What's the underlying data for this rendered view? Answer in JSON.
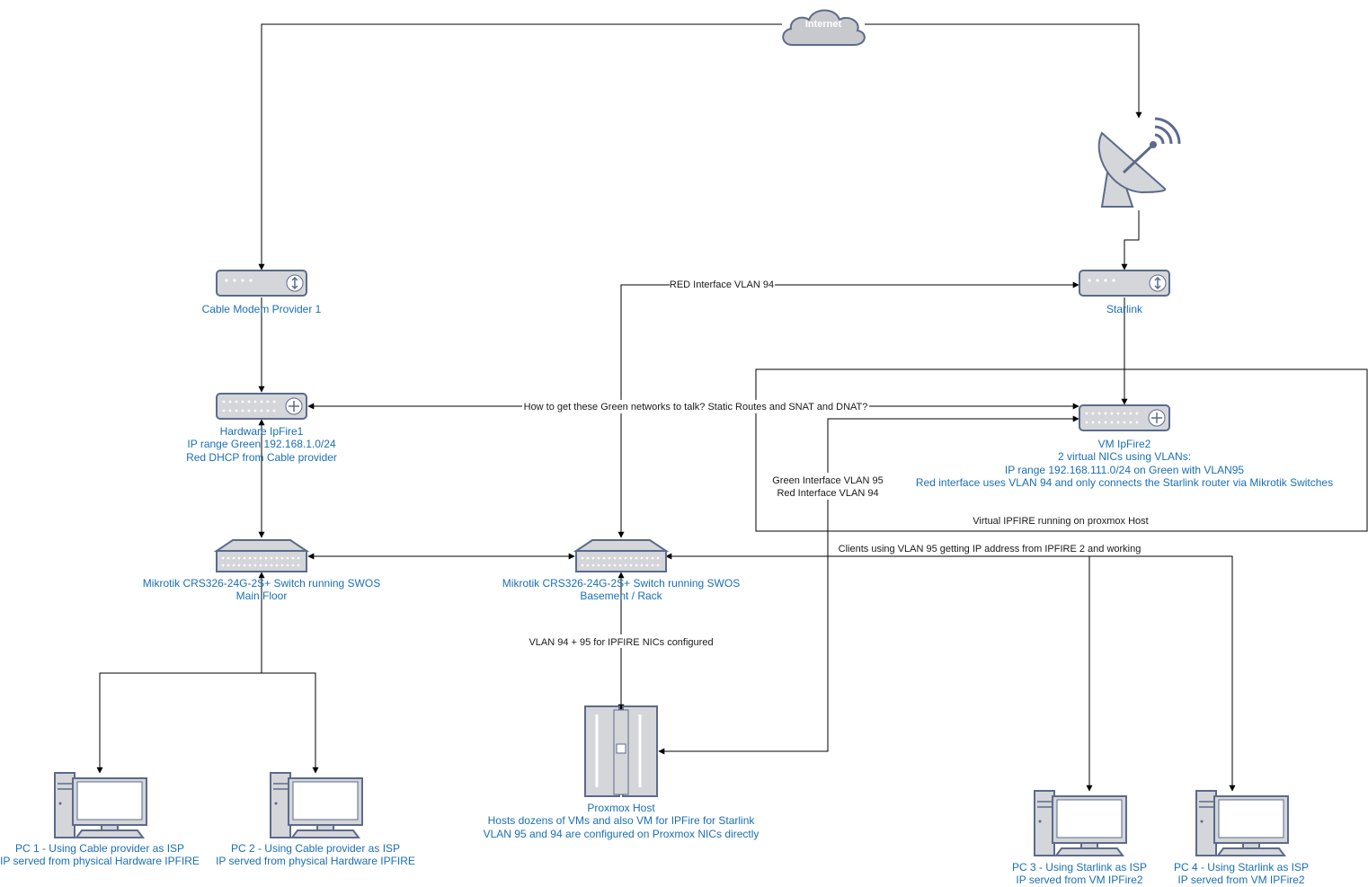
{
  "cloud": {
    "label": "Internet"
  },
  "nodes": {
    "cable_modem": {
      "label": "Cable Modem Provider 1"
    },
    "starlink": {
      "label": "Starlink"
    },
    "ipfire1": {
      "lines": [
        "Hardware IpFire1",
        "IP range Green 192.168.1.0/24",
        "Red DHCP from Cable provider"
      ]
    },
    "ipfire2": {
      "lines": [
        "VM IpFire2",
        "2 virtual NICs using VLANs:",
        "IP range 192.168.111.0/24 on Green with VLAN95",
        "Red interface uses VLAN 94 and only connects the Starlink router via Mikrotik Switches"
      ]
    },
    "switch_main": {
      "lines": [
        "Mikrotik CRS326-24G-2S+ Switch running SWOS",
        "Main Floor"
      ]
    },
    "switch_basement": {
      "lines": [
        "Mikrotik CRS326-24G-2S+ Switch running SWOS",
        "Basement / Rack"
      ]
    },
    "proxmox": {
      "lines": [
        "Proxmox Host",
        "Hosts dozens of VMs and also VM for IPFire for Starlink",
        "VLAN 95 and 94 are configured on Proxmox NICs directly"
      ]
    },
    "pc1": {
      "lines": [
        "PC 1 - Using Cable provider as ISP",
        "IP served from physical Hardware IPFIRE"
      ]
    },
    "pc2": {
      "lines": [
        "PC 2 - Using Cable provider as ISP",
        "IP served from physical Hardware IPFIRE"
      ]
    },
    "pc3": {
      "lines": [
        "PC 3 - Using Starlink as ISP",
        "IP served from VM IPFire2"
      ]
    },
    "pc4": {
      "lines": [
        "PC 4 - Using Starlink as ISP",
        "IP served from VM IPFire2"
      ]
    }
  },
  "group": {
    "label": "Virtual IPFIRE running on proxmox Host"
  },
  "edge_labels": {
    "red_vlan94": "RED Interface VLAN 94",
    "green_question": "How to get  these Green networks to talk? Static Routes and SNAT and DNAT?",
    "green_vlan95": "Green Interface VLAN 95",
    "red_vlan94_b": "Red Interface VLAN 94",
    "clients_vlan95": "Clients using VLAN 95 getting IP address from IPFIRE 2 and working",
    "vlan_nics": "VLAN 94 + 95 for IPFIRE NICs configured"
  },
  "colors": {
    "label_blue": "#1a6fb5",
    "device_fill": "#d4d6d9",
    "device_stroke": "#5c6a8c"
  },
  "icons": [
    "cloud-icon",
    "satellite-dish-icon",
    "modem-icon",
    "router-icon",
    "switch-icon",
    "server-rack-icon",
    "desktop-pc-icon"
  ]
}
